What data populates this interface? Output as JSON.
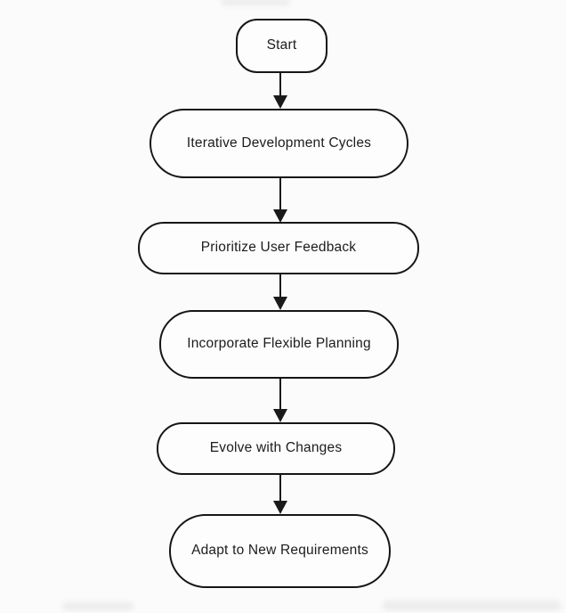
{
  "flowchart": {
    "colors": {
      "background": "#fbfbfb",
      "node_fill": "#fdfdfd",
      "stroke": "#1a1a1a",
      "text": "#1c1c1c"
    },
    "nodes": [
      {
        "id": "start",
        "type": "terminator",
        "label": "Start"
      },
      {
        "id": "iterative-development-cycles",
        "type": "process",
        "label": "Iterative Development Cycles"
      },
      {
        "id": "prioritize-user-feedback",
        "type": "process",
        "label": "Prioritize User Feedback"
      },
      {
        "id": "incorporate-flexible-planning",
        "type": "process",
        "label": "Incorporate Flexible Planning"
      },
      {
        "id": "evolve-with-changes",
        "type": "process",
        "label": "Evolve with Changes"
      },
      {
        "id": "adapt-to-new-requirements",
        "type": "process",
        "label": "Adapt to New Requirements"
      }
    ],
    "edges": [
      {
        "from": "start",
        "to": "iterative-development-cycles",
        "direction": "down"
      },
      {
        "from": "iterative-development-cycles",
        "to": "prioritize-user-feedback",
        "direction": "down"
      },
      {
        "from": "prioritize-user-feedback",
        "to": "incorporate-flexible-planning",
        "direction": "down"
      },
      {
        "from": "incorporate-flexible-planning",
        "to": "evolve-with-changes",
        "direction": "down"
      },
      {
        "from": "evolve-with-changes",
        "to": "adapt-to-new-requirements",
        "direction": "down"
      }
    ]
  }
}
